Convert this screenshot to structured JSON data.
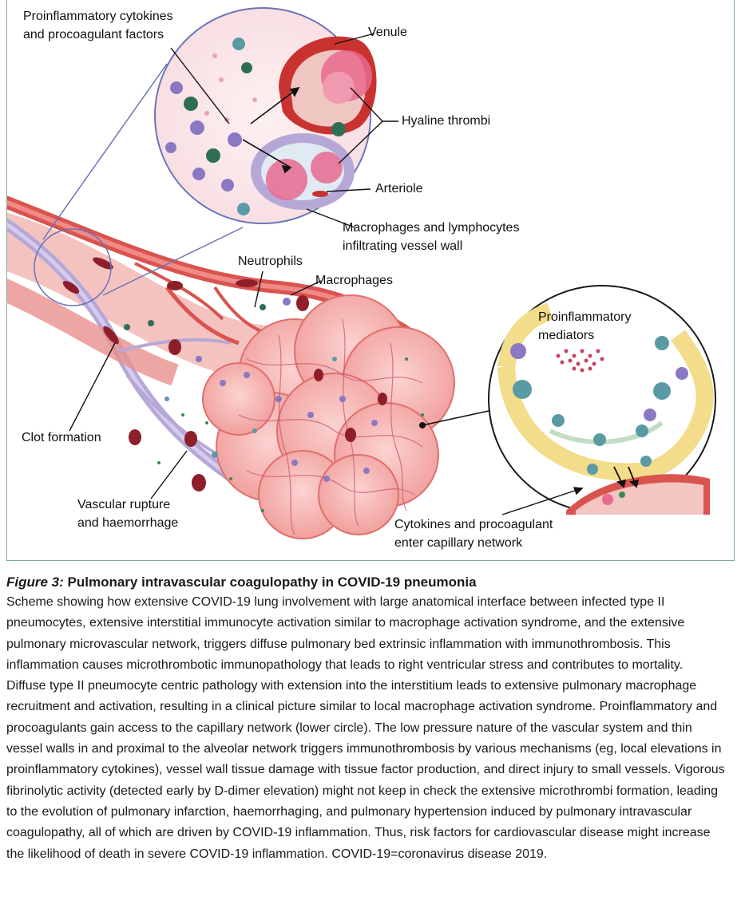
{
  "figure": {
    "labels": {
      "cytokines_top_l1": "Proinflammatory cytokines",
      "cytokines_top_l2": "and procoagulant factors",
      "venule": "Venule",
      "hyaline": "Hyaline thrombi",
      "arteriole": "Arteriole",
      "macro_lymph_l1": "Macrophages and lymphocytes",
      "macro_lymph_l2": "infiltrating vessel wall",
      "neutrophils": "Neutrophils",
      "macrophages": "Macrophages",
      "mediators_l1": "Proinflammatory",
      "mediators_l2": "mediators",
      "clot": "Clot formation",
      "rupture_l1": "Vascular rupture",
      "rupture_l2": "and haemorrhage",
      "enter_l1": "Cytokines and procoagulant",
      "enter_l2": "enter capillary network"
    },
    "colors": {
      "frame": "#7fae9c",
      "vessel_red": "#d9534f",
      "vessel_pink": "#f2b8b5",
      "vessel_purple": "#b6a8d6",
      "alveoli": "#f4a9a7",
      "thrombus": "#e86a8e",
      "cell_purple": "#8a78c4",
      "cell_teal": "#5a9aa5",
      "cell_green": "#2f6e55",
      "circle_outline": "#6a74b8",
      "membrane_yellow": "#f3dc8a"
    }
  },
  "caption": {
    "figure_number": "Figure 3:",
    "title": " Pulmonary intravascular coagulopathy in COVID-19 pneumonia",
    "body": "Scheme showing how extensive COVID-19 lung involvement with large anatomical interface between infected type II pneumocytes, extensive interstitial immunocyte activation similar to macrophage activation syndrome, and the extensive pulmonary microvascular network, triggers diffuse pulmonary bed extrinsic inflammation with immunothrombosis. This inflammation causes microthrombotic immunopathology that leads to right ventricular stress and contributes to mortality. Diffuse type II pneumocyte centric pathology with extension into the interstitium leads to extensive pulmonary macrophage recruitment and activation, resulting in a clinical picture similar to local macrophage activation syndrome. Proinflammatory and procoagulants gain access to the capillary network (lower circle). The low pressure nature of the vascular system and thin vessel walls in and proximal to the alveolar network triggers immunothrombosis by various mechanisms (eg, local elevations in proinflammatory cytokines), vessel wall tissue damage with tissue factor production, and direct injury to small vessels. Vigorous fibrinolytic activity (detected early by D-dimer elevation) might not keep in check the extensive microthrombi formation, leading to the evolution of pulmonary infarction, haemorrhaging, and pulmonary hypertension induced by pulmonary intravascular coagulopathy, all of which are driven by COVID-19 inflammation. Thus, risk factors for cardiovascular disease might increase the likelihood of death in severe COVID-19 inflammation. COVID-19=coronavirus disease 2019."
  }
}
